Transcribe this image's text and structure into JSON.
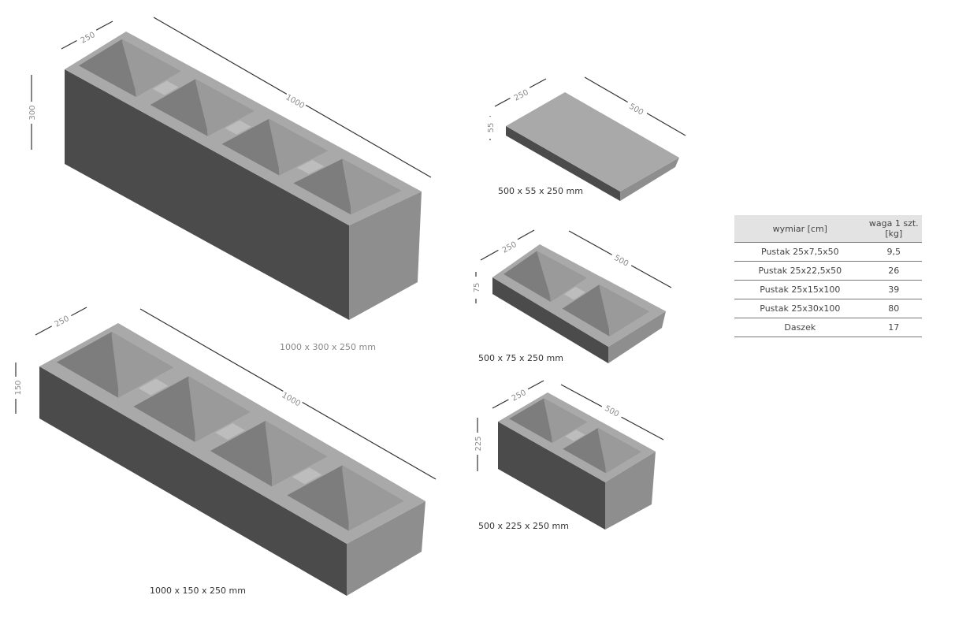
{
  "blocks": [
    {
      "id": "block-1000x300",
      "caption": "1000 x 300 x 250 mm",
      "dims": {
        "width": "250",
        "length": "1000",
        "height": "300"
      },
      "cells": 4
    },
    {
      "id": "block-1000x150",
      "caption": "1000 x 150 x 250 mm",
      "dims": {
        "width": "250",
        "length": "1000",
        "height": "150"
      },
      "cells": 4
    },
    {
      "id": "slab-500x55",
      "caption": "500 x 55 x 250 mm",
      "dims": {
        "width": "250",
        "length": "500",
        "height": "55"
      },
      "cells": 0
    },
    {
      "id": "block-500x75",
      "caption": "500 x 75 x 250 mm",
      "dims": {
        "width": "250",
        "length": "500",
        "height": "75"
      },
      "cells": 2
    },
    {
      "id": "block-500x225",
      "caption": "500 x 225 x 250 mm",
      "dims": {
        "width": "250",
        "length": "500",
        "height": "225"
      },
      "cells": 2
    }
  ],
  "table": {
    "headers": [
      "wymiar [cm]",
      "waga 1 szt. [kg]"
    ],
    "rows": [
      [
        "Pustak 25x7,5x50",
        "9,5"
      ],
      [
        "Pustak 25x22,5x50",
        "26"
      ],
      [
        "Pustak 25x15x100",
        "39"
      ],
      [
        "Pustak 25x30x100",
        "80"
      ],
      [
        "Daszek",
        "17"
      ]
    ]
  },
  "colors": {
    "top": "#a9a9a9",
    "front": "#4b4b4b",
    "side": "#8e8e8e",
    "cavity": "#7d7d7d",
    "cavityWall": "#9a9a9a"
  }
}
